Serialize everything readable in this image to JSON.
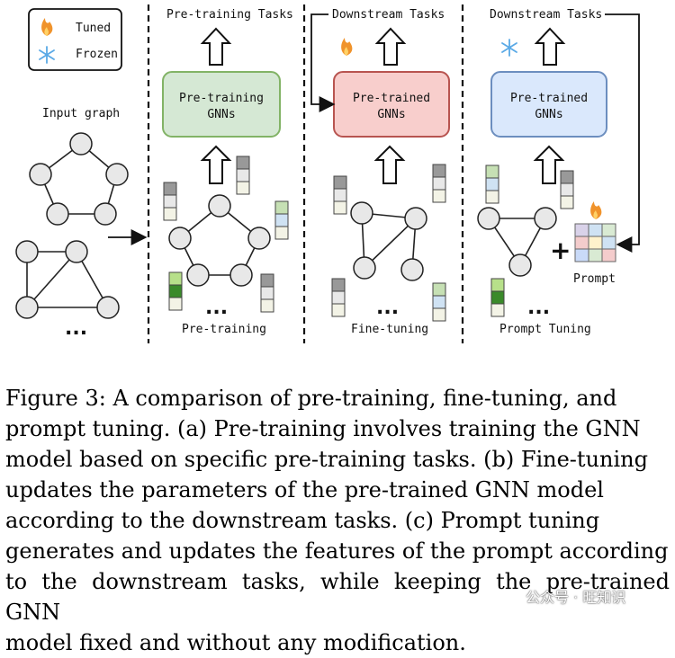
{
  "legend": {
    "tuned": "Tuned",
    "frozen": "Frozen"
  },
  "panels": {
    "input": {
      "title": "Input graph",
      "dots": "..."
    },
    "pretraining": {
      "task": "Pre-training Tasks",
      "model": [
        "Pre-training",
        "GNNs"
      ],
      "stage": "Pre-training",
      "dots": "..."
    },
    "finetuning": {
      "task": "Downstream Tasks",
      "model": [
        "Pre-trained",
        "GNNs"
      ],
      "stage": "Fine-tuning",
      "dots": "..."
    },
    "prompttuning": {
      "task": "Downstream Tasks",
      "model": [
        "Pre-trained",
        "GNNs"
      ],
      "stage": "Prompt Tuning",
      "prompt": "Prompt",
      "dots": "..."
    }
  },
  "colors": {
    "pretrain_fill": "#d5e8d4",
    "pretrain_stroke": "#82b366",
    "finetune_fill": "#f8cecc",
    "finetune_stroke": "#b85450",
    "prompt_fill": "#dae8fc",
    "prompt_stroke": "#6c8ebf"
  },
  "caption": [
    "Figure 3: A comparison of pre-training, fine-tuning, and",
    "prompt tuning. (a) Pre-training involves training the GNN",
    "model based on specific pre-training tasks. (b) Fine-tuning",
    "updates the parameters of the pre-trained GNN model",
    "according to the downstream tasks. (c) Prompt tuning",
    "generates and updates the features of the prompt according",
    "to the downstream tasks, while keeping the pre-trained GNN",
    "model fixed and without any modification."
  ],
  "watermark": "公众号 · 旺知识"
}
